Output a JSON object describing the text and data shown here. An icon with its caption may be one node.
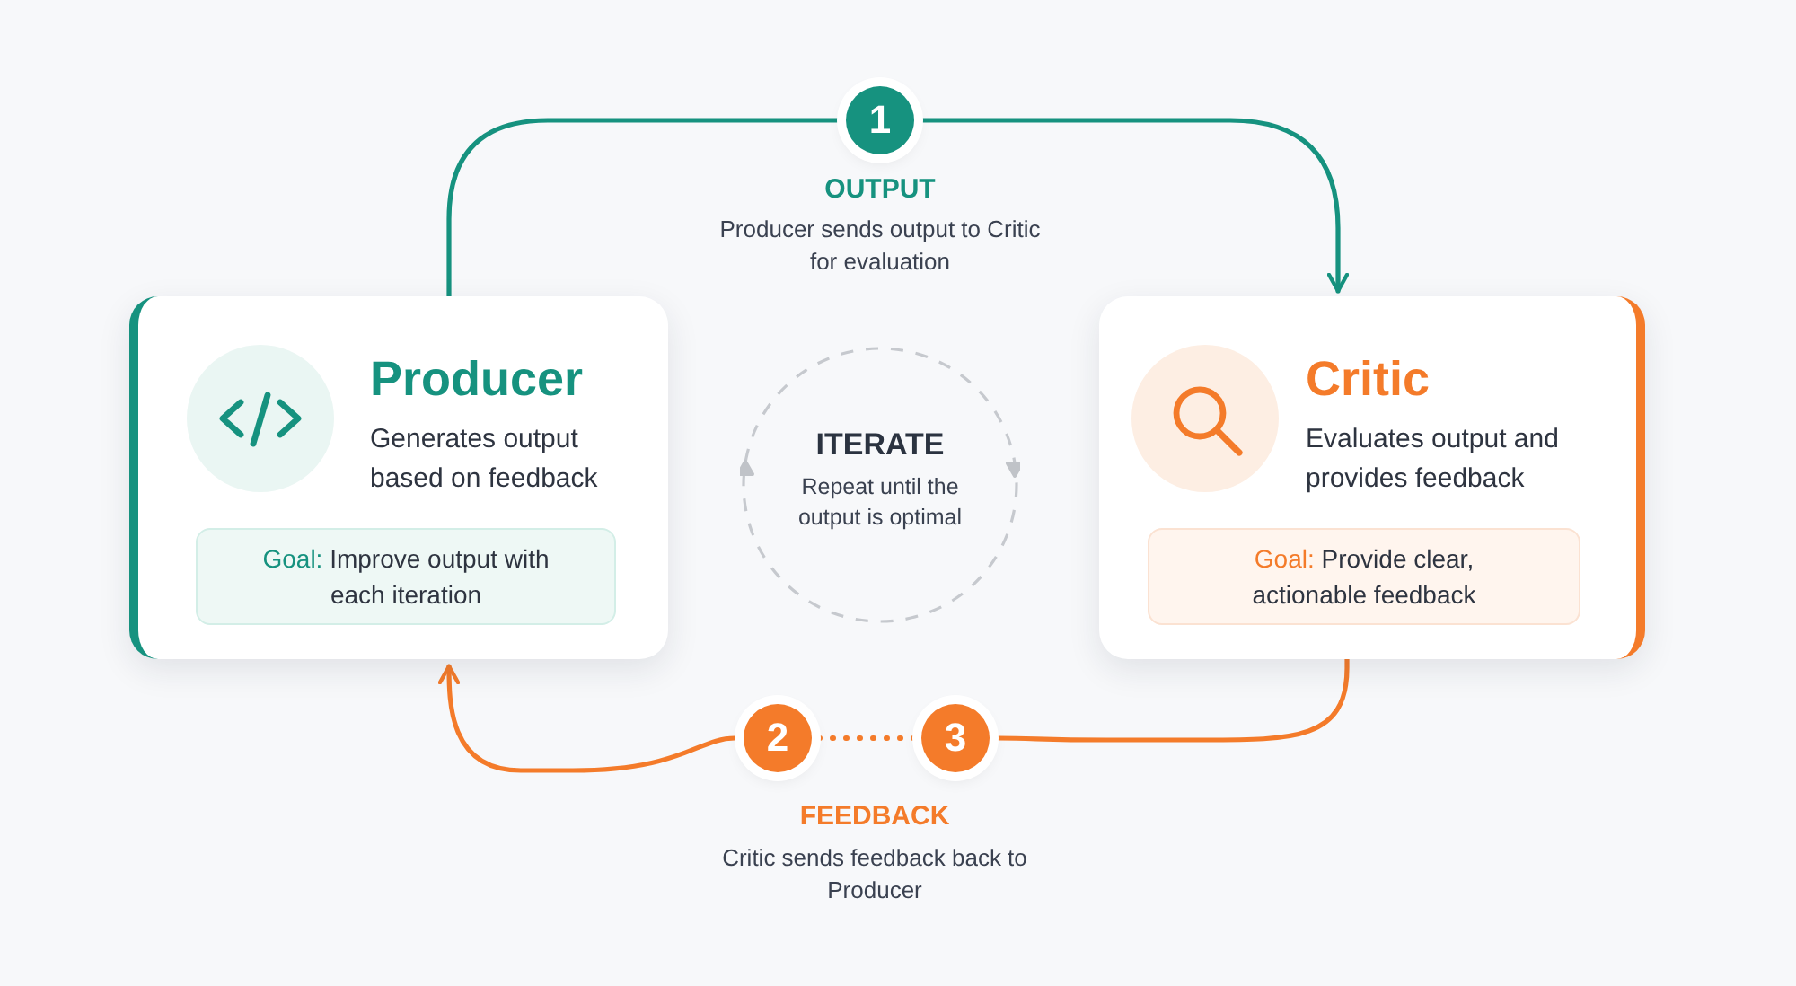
{
  "diagram": {
    "nodes": [
      {
        "text": [
          "Producer",
          "Generates output based on feedback"
        ]
      },
      {
        "text": [
          "**Goal:** Improve output with each iteration"
        ],
        "in": 0
      },
      {
        "text": [
          "Critic",
          "Evaluates output and provides feedback"
        ]
      },
      {
        "text": [
          "**Goal:** Provide clear, actionable feedback"
        ],
        "in": 2
      },
      {
        "text": [
          "1"
        ]
      },
      {
        "text": [
          "2"
        ]
      },
      {
        "text": [
          "3"
        ]
      },
      {
        "text": [
          "ITERATE",
          "Repeat until the output is optimal"
        ]
      }
    ],
    "edges": [
      {
        "from": 0,
        "to": 4,
        "arrow": "none",
        "color": "#16927f"
      },
      {
        "from": 4,
        "to": 2,
        "arrow": "to",
        "color": "#16927f"
      },
      {
        "from": 2,
        "to": 6,
        "arrow": "none",
        "color": "#f47b2a"
      },
      {
        "from": 6,
        "to": 5,
        "arrow": "none",
        "style": "dashed",
        "color": "#f47b2a"
      },
      {
        "from": 5,
        "to": 0,
        "arrow": "to",
        "color": "#f47b2a"
      }
    ],
    "labels": [
      "OUTPUT",
      "Producer sends output to Critic for evaluation",
      "FEEDBACK",
      "Critic sends feedback back to Producer"
    ]
  }
}
